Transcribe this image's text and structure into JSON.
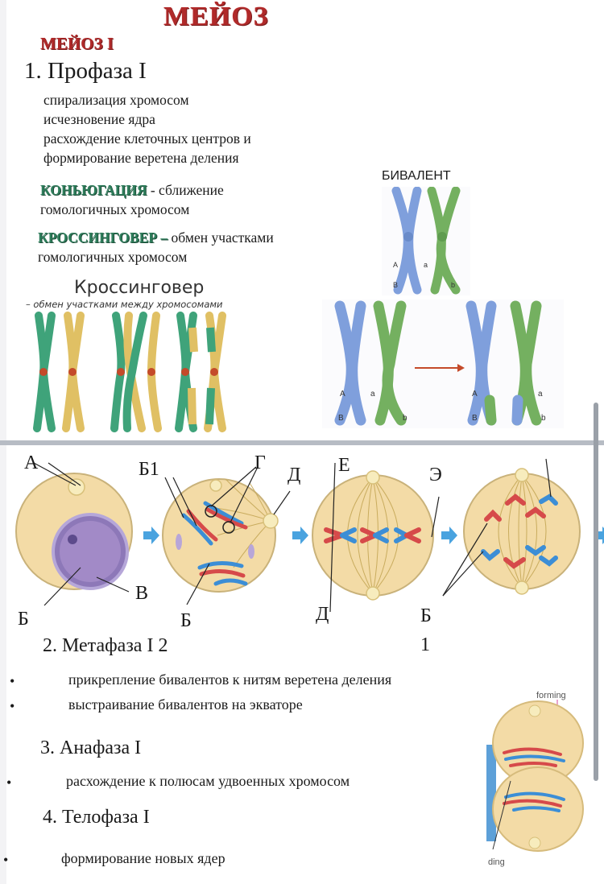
{
  "title": "МЕЙОЗ",
  "subtitle": "МЕЙОЗ I",
  "prophase": {
    "heading": "1. Профаза I",
    "lines": [
      "спирализация хромосом",
      "исчезновение ядра",
      "расхождение клеточных центров и",
      "формирование веретена деления"
    ],
    "conjugation_term": "КОНЬЮГАЦИЯ",
    "conjugation_rest": " - сближение",
    "conjugation_line2": "гомологичных хромосом",
    "crossing_term": "КРОССИНГОВЕР –",
    "crossing_rest": " обмен участками",
    "crossing_line2": "гомологичных хромосом"
  },
  "bivalent_label": "БИВАЛЕНТ",
  "crossing_figure": {
    "title": "Кроссинговер",
    "caption": "– обмен участками между хромосомами"
  },
  "chromosome_labels": [
    "A",
    "a",
    "B",
    "b"
  ],
  "cell_labels": {
    "A": "А",
    "B1": "Б1",
    "G": "Г",
    "D_top": "Д",
    "E": "Е",
    "E2": "Э",
    "V": "В",
    "B_1": "Б",
    "B_2": "Б",
    "B_2_suffix": "2",
    "D_bottom": "Д",
    "B_3": "Б",
    "B_3_suffix": "1"
  },
  "metaphase": {
    "heading": "2. Метафаза I",
    "items": [
      "прикрепление бивалентов к нитям веретена деления",
      "выстраивание бивалентов на экваторе"
    ]
  },
  "anaphase": {
    "heading": "3. Анафаза I",
    "items": [
      "расхождение к полюсам удвоенных хромосом"
    ]
  },
  "telophase": {
    "heading": "4. Телофаза I",
    "items": [
      "формирование новых ядер"
    ]
  },
  "telophase_figure": {
    "top_label": "forming",
    "bottom_label": "ding"
  },
  "colors": {
    "title_red": "#b02a2a",
    "term_green": "#2e7d5b",
    "chromosome_blue": "#6f8fd6",
    "chromosome_green": "#6fa85a",
    "chromosome_yellow": "#e0c064",
    "chromosome_teal": "#3fa37a",
    "cell_fill": "#f3dba6"
  }
}
